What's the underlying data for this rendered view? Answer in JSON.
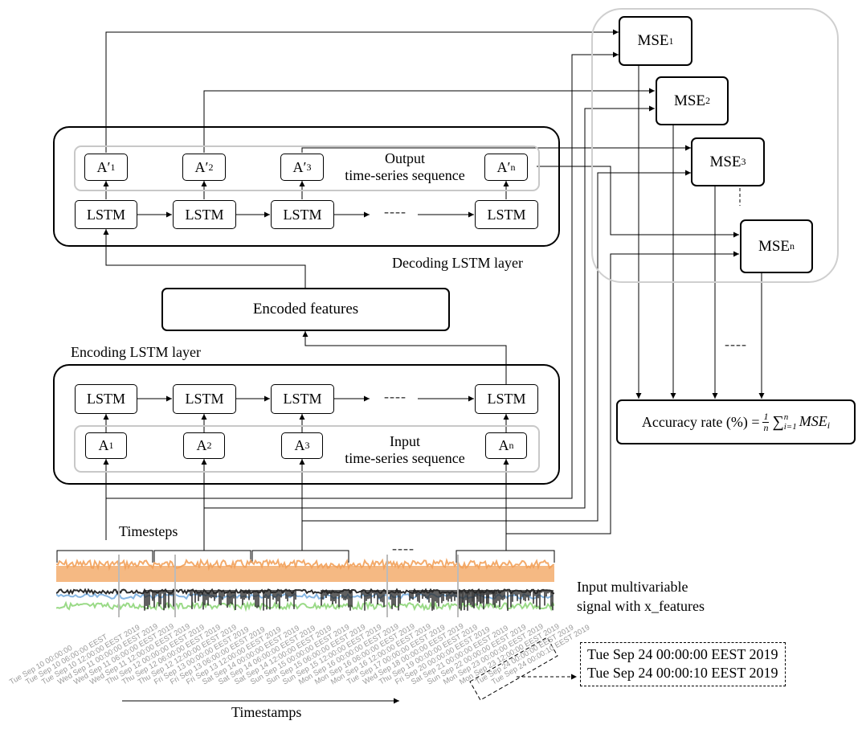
{
  "decoder": {
    "outputs": [
      {
        "base": "A′",
        "sub": "1"
      },
      {
        "base": "A′",
        "sub": "2"
      },
      {
        "base": "A′",
        "sub": "3"
      },
      {
        "base": "A′",
        "sub": "n"
      }
    ],
    "lstm_labels": [
      "LSTM",
      "LSTM",
      "LSTM",
      "LSTM"
    ],
    "seq_label_line1": "Output",
    "seq_label_line2": "time-series sequence",
    "layer_label": "Decoding LSTM layer"
  },
  "encoded_features": "Encoded features",
  "encoder": {
    "layer_label": "Encoding LSTM layer",
    "lstm_labels": [
      "LSTM",
      "LSTM",
      "LSTM",
      "LSTM"
    ],
    "inputs": [
      {
        "base": "A",
        "sub": "1"
      },
      {
        "base": "A",
        "sub": "2"
      },
      {
        "base": "A",
        "sub": "3"
      },
      {
        "base": "A",
        "sub": "n"
      }
    ],
    "seq_label_line1": "Input",
    "seq_label_line2": "time-series sequence"
  },
  "mse": [
    {
      "base": "MSE",
      "sub": "1"
    },
    {
      "base": "MSE",
      "sub": "2"
    },
    {
      "base": "MSE",
      "sub": "3"
    },
    {
      "base": "MSE",
      "sub": "n"
    }
  ],
  "accuracy": {
    "label": "Accuracy rate (%) =",
    "frac_num": "1",
    "frac_den": "n",
    "sum_sub": "i=1",
    "sum_sup": "n",
    "term": "MSE",
    "term_sub": "i"
  },
  "ellipsis": "----",
  "timesteps_label": "Timesteps",
  "signal_label_line1": "Input multivariable",
  "signal_label_line2": "signal with x_features",
  "timestamps_label": "Timestamps",
  "timestamp_ticks": [
    "Tue Sep 10 00:00:00",
    "Tue Sep 10 06:00:00 EEST",
    "Tue Sep 10 12:00:00 EEST 2019",
    "Wed Sep 11 00:00:00 EEST 2019",
    "Wed Sep 11 06:00:00 EEST 2019",
    "Wed Sep 11 12:00:00 EEST 2019",
    "Thu Sep 12 00:00:00 EEST 2019",
    "Thu Sep 12 06:00:00 EEST 2019",
    "Thu Sep 12 12:00:00 EEST 2019",
    "Fri Sep 13 00:00:00 EEST 2019",
    "Fri Sep 13 06:00:00 EEST 2019",
    "Fri Sep 13 12:00:00 EEST 2019",
    "Sat Sep 14 00:00:00 EEST 2019",
    "Sat Sep 14 06:00:00 EEST 2019",
    "Sat Sep 14 12:00:00 EEST 2019",
    "Sun Sep 15 00:00:00 EEST 2019",
    "Sun Sep 15 06:00:00 EEST 2019",
    "Sun Sep 15 12:00:00 EEST 2019",
    "Mon Sep 16 00:00:00 EEST 2019",
    "Mon Sep 16 06:00:00 EEST 2019",
    "Mon Sep 16 12:00:00 EEST 2019",
    "Tue Sep 17 00:00:00 EEST 2019",
    "Wed Sep 18 00:00:00 EEST 2019",
    "Thu Sep 19 00:00:00 EEST 2019",
    "Fri Sep 20 00:00:00 EEST 2019",
    "Sat Sep 21 00:00:00 EEST 2019",
    "Sun Sep 22 00:00:00 EEST 2019",
    "Mon Sep 23 00:00:00 EEST 2019",
    "Mon Sep 23 12:00:00 EEST 2019",
    "Tue Sep 24 00:00:00 EEST 2019",
    "Tue Sep 24 00:00:10 EEST 2019"
  ],
  "timestamp_callout": [
    "Tue Sep 24 00:00:00 EEST 2019",
    "Tue Sep 24 00:00:10 EEST 2019"
  ],
  "colors": {
    "orange": "#f2a15a",
    "blue": "#7fb2e0",
    "green": "#8fd67a",
    "dark": "#2b2b2b",
    "frame": "#c8c8c8"
  }
}
